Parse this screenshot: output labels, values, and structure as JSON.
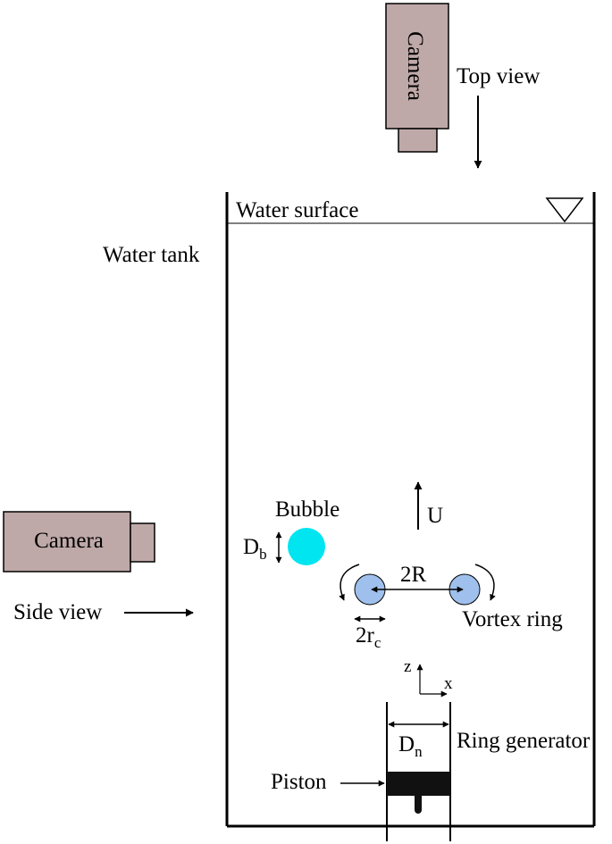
{
  "colors": {
    "camera_fill": "#bfa9a8",
    "bubble": "#00e5ef",
    "vortex_core": "#9fc0ec",
    "piston": "#111111",
    "lines": "#000000"
  },
  "labels": {
    "top_camera": "Camera",
    "top_view": "Top view",
    "water_surface": "Water surface",
    "water_tank": "Water tank",
    "side_camera": "Camera",
    "side_view": "Side view",
    "bubble": "Bubble",
    "bubble_diameter": "D",
    "bubble_diameter_sub": "b",
    "velocity": "U",
    "ring_diameter": "2R",
    "vortex_ring": "Vortex ring",
    "core_radius": "2r",
    "core_radius_sub": "c",
    "axis_z": "z",
    "axis_x": "x",
    "nozzle_diameter": "D",
    "nozzle_diameter_sub": "n",
    "ring_generator": "Ring generator",
    "piston": "Piston"
  },
  "icons": {
    "water_level": "inverted-triangle-icon"
  }
}
